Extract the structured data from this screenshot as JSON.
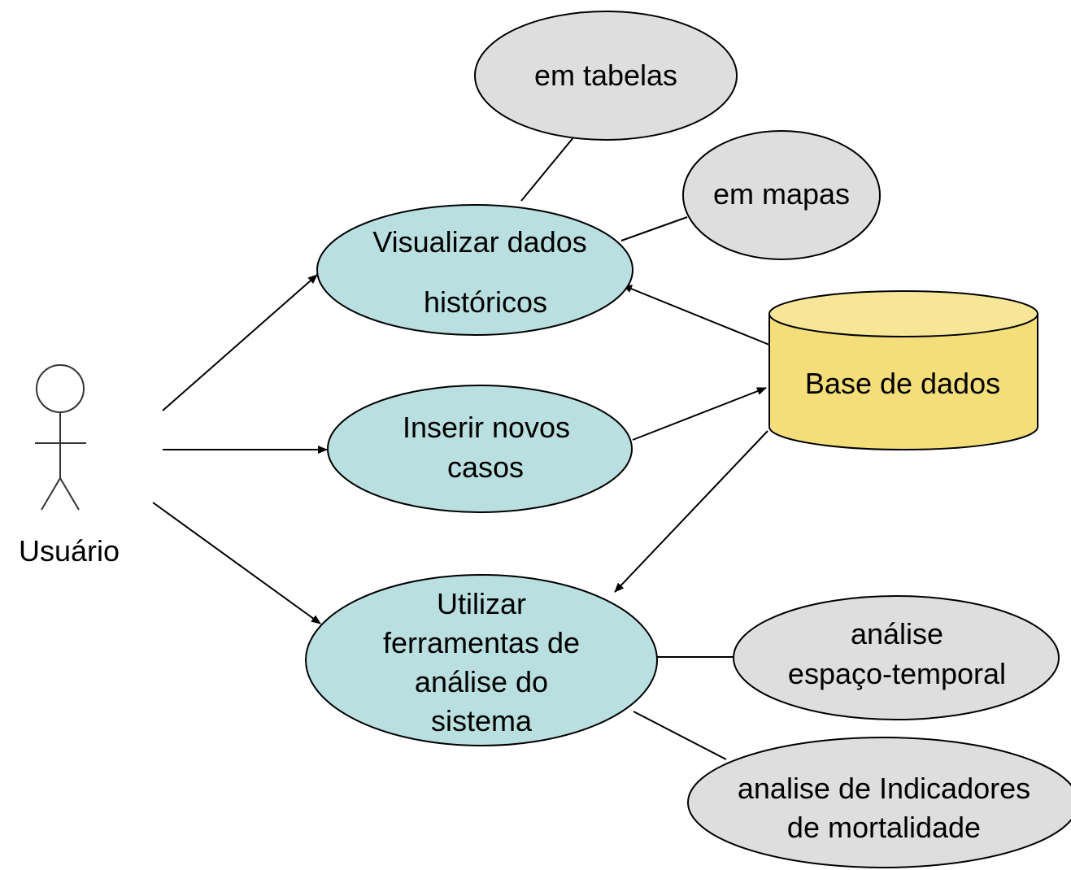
{
  "diagram": {
    "actor": {
      "label": "Usuário"
    },
    "use_cases": {
      "visualizar": {
        "lines": [
          "Visualizar dados",
          "históricos"
        ]
      },
      "inserir": {
        "lines": [
          "Inserir novos",
          "casos"
        ]
      },
      "utilizar": {
        "lines": [
          "Utilizar",
          "ferramentas de",
          "análise  do",
          "sistema"
        ]
      }
    },
    "database": {
      "label": "Base de dados"
    },
    "extensions": {
      "tabelas": {
        "lines": [
          "em tabelas"
        ]
      },
      "mapas": {
        "lines": [
          "em mapas"
        ]
      },
      "espaco": {
        "lines": [
          "análise",
          "espaço-temporal"
        ]
      },
      "indicadores": {
        "lines": [
          "analise de Indicadores",
          "de mortalidade"
        ]
      }
    },
    "colors": {
      "use_case_fill": "#b9dfe0",
      "extension_fill": "#dedede",
      "database_fill": "#f4de7a",
      "database_top_fill": "#f7e697",
      "stroke": "#000000"
    }
  }
}
